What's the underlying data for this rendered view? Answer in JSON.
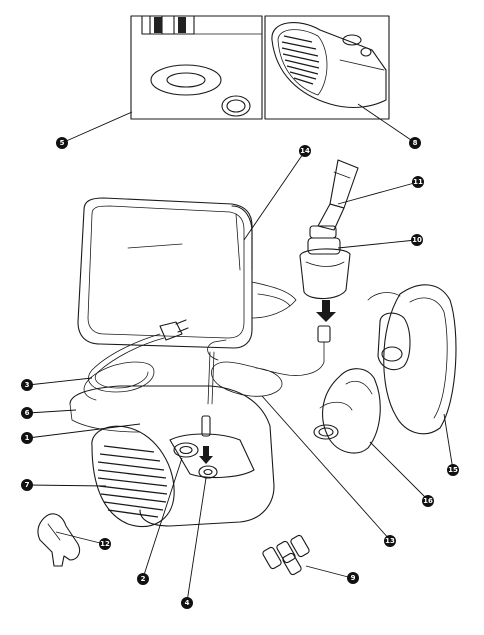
{
  "diagram": {
    "colors": {
      "line": "#1a1a1a",
      "callout_fill": "#111111",
      "callout_text": "#ffffff",
      "background": "#ffffff"
    },
    "callouts": [
      {
        "id": "c5",
        "label": "5"
      },
      {
        "id": "c8",
        "label": "8"
      },
      {
        "id": "c14",
        "label": "14"
      },
      {
        "id": "c11",
        "label": "11"
      },
      {
        "id": "c10",
        "label": "10"
      },
      {
        "id": "c3",
        "label": "3"
      },
      {
        "id": "c6",
        "label": "6"
      },
      {
        "id": "c1",
        "label": "1"
      },
      {
        "id": "c7",
        "label": "7"
      },
      {
        "id": "c15",
        "label": "15"
      },
      {
        "id": "c16",
        "label": "16"
      },
      {
        "id": "c13",
        "label": "13"
      },
      {
        "id": "c12",
        "label": "12"
      },
      {
        "id": "c2",
        "label": "2"
      },
      {
        "id": "c4",
        "label": "4"
      },
      {
        "id": "c9",
        "label": "9"
      }
    ]
  }
}
